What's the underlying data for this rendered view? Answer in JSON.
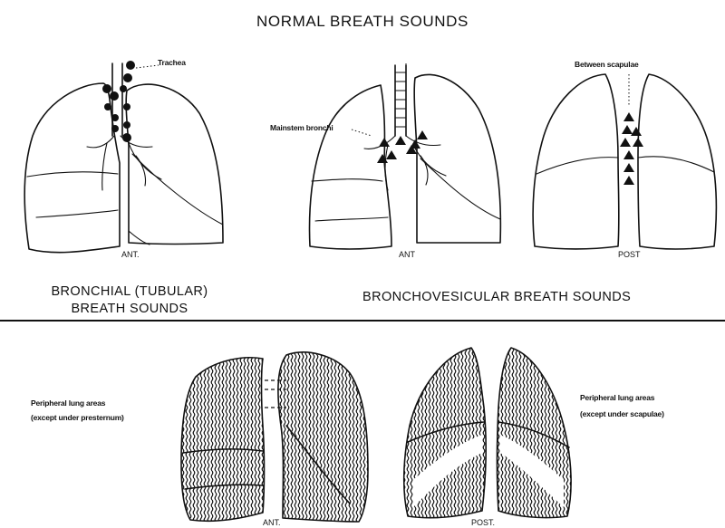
{
  "title": "NORMAL BREATH SOUNDS",
  "top_panel": {
    "bronchial": {
      "pointer_label": "Trachea",
      "view_label": "ANT.",
      "caption_line1": "BRONCHIAL (TUBULAR)",
      "caption_line2": "BREATH SOUNDS"
    },
    "bronchovesicular": {
      "pointer_label_ant": "Mainstem bronchi",
      "view_label_ant": "ANT",
      "pointer_label_post": "Between scapulae",
      "view_label_post": "POST",
      "caption": "BRONCHOVESICULAR BREATH SOUNDS"
    }
  },
  "bottom_panel": {
    "ant": {
      "label_line1": "Peripheral lung areas",
      "label_line2": "(except under presternum)",
      "view_label": "ANT."
    },
    "post": {
      "label_line1": "Peripheral lung areas",
      "label_line2": "(except under scapulae)",
      "view_label": "POST."
    }
  },
  "icons": [
    "trachea-dot-marker",
    "bronchovesicular-triangle-marker",
    "wavy-hatch-pattern"
  ]
}
